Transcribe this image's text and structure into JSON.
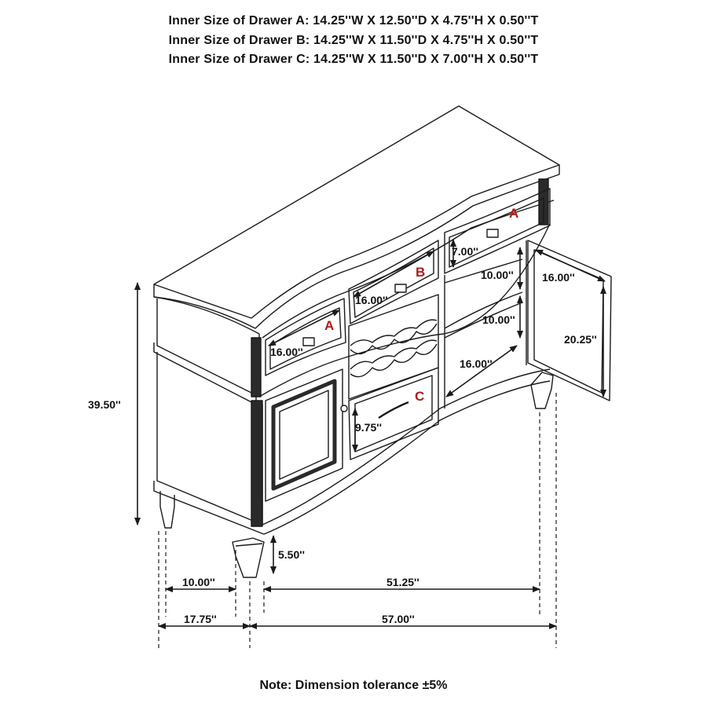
{
  "specs": {
    "drawer_a": "Inner Size of Drawer  A: 14.25''W X 12.50''D X 4.75''H X 0.50''T",
    "drawer_b": "Inner Size of Drawer B: 14.25''W X 11.50''D X 4.75''H X 0.50''T",
    "drawer_c": "Inner Size of Drawer C: 14.25''W X 11.50''D X 7.00''H X 0.50''T"
  },
  "drawer_labels": {
    "a_right": "A",
    "a_left": "A",
    "b": "B",
    "c": "C"
  },
  "dimensions": {
    "height_total": "39.50''",
    "leg_height": "5.50''",
    "leg_depth_span": "10.00''",
    "leg_width_span": "51.25''",
    "depth_total": "17.75''",
    "width_total": "57.00''",
    "drawer_a_left_width": "16.00''",
    "drawer_b_width": "16.00''",
    "drawer_a_right_height": "7.00''",
    "shelf_upper": "10.00''",
    "shelf_lower": "10.00''",
    "shelf_width": "16.00''",
    "door_width": "16.00''",
    "door_height": "20.25''",
    "drawer_c_height": "9.75''"
  },
  "colors": {
    "line": "#1a1a1a",
    "label_red": "#b01c1c"
  },
  "note": "Note: Dimension tolerance ±5%"
}
